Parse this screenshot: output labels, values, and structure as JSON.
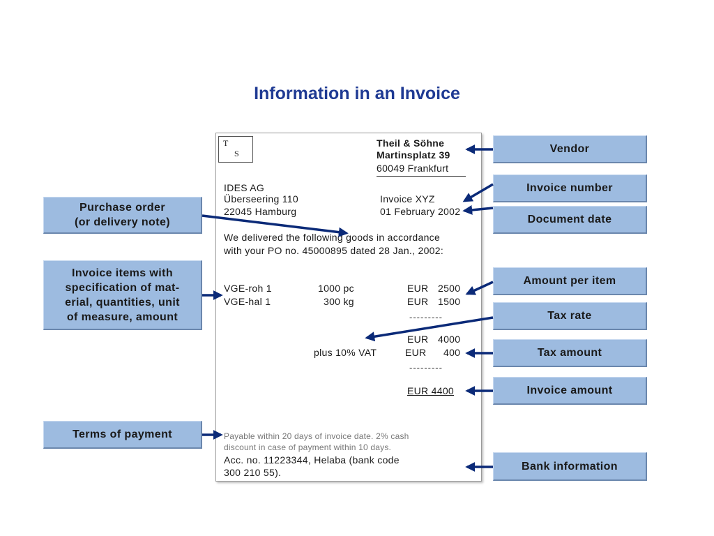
{
  "title": "Information in an Invoice",
  "invoice": {
    "logo_t": "T",
    "logo_s": "S",
    "vendor_name": "Theil & Söhne",
    "vendor_street": "Martinsplatz 39",
    "vendor_city": "60049 Frankfurt",
    "customer_name": "IDES AG",
    "customer_street": "Überseering 110",
    "customer_city": "22045 Hamburg",
    "invoice_no": "Invoice XYZ",
    "invoice_date": "01 February 2002",
    "po_line1": "We delivered the following goods in accordance",
    "po_line2": "with your PO no. 45000895 dated 28 Jan., 2002:",
    "items": [
      {
        "material": "VGE-roh  1",
        "quantity": "1000 pc",
        "currency": "EUR",
        "amount": "2500"
      },
      {
        "material": "VGE-hal 1",
        "quantity": "300 kg",
        "currency": "EUR",
        "amount": "1500"
      }
    ],
    "dash_line": "---------",
    "subtotal_currency": "EUR",
    "subtotal": "4000",
    "vat_label": "plus 10% VAT",
    "vat_currency": "EUR",
    "vat_amount": "400",
    "total": "EUR  4400",
    "terms_line1": "Payable within 20 days of invoice date. 2% cash",
    "terms_line2": "discount in case of payment within 10 days.",
    "bank_line1": "Acc.  no. 11223344, Helaba (bank code",
    "bank_line2": "300 210 55)."
  },
  "labels": {
    "vendor": "Vendor",
    "invoice_number": "Invoice number",
    "document_date": "Document date",
    "amount_per_item": "Amount per item",
    "tax_rate": "Tax rate",
    "tax_amount": "Tax amount",
    "invoice_amount": "Invoice amount",
    "bank_information": "Bank information",
    "purchase_order": "Purchase order\n(or delivery note)",
    "invoice_items": "Invoice items with\nspecification of mat-\nerial, quantities, unit\nof measure, amount",
    "terms_of_payment": "Terms of payment"
  },
  "colors": {
    "title": "#1f3a93",
    "box_fill": "#9dbbe0",
    "arrow": "#0b2a78"
  }
}
